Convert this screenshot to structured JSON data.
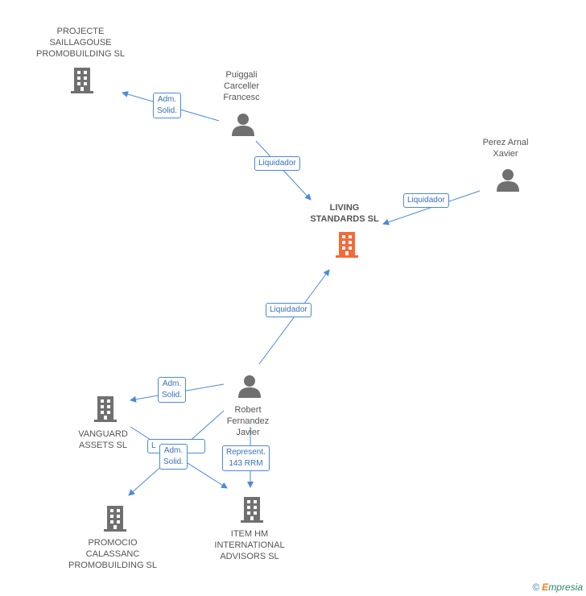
{
  "colors": {
    "edge": "#4a89dc",
    "node_icon": "#707070",
    "focus_icon": "#f26b3a"
  },
  "nodes": {
    "projecte": {
      "label": "PROJECTE\nSAILLAGOUSE\nPROMOBUILDING SL",
      "icon": "building-icon"
    },
    "puiggali": {
      "label": "Puiggali\nCarceller\nFrancesc",
      "icon": "person-icon"
    },
    "perez": {
      "label": "Perez Arnal\nXavier",
      "icon": "person-icon"
    },
    "living": {
      "label": "LIVING\nSTANDARDS SL",
      "icon": "building-icon"
    },
    "robert": {
      "label": "Robert\nFernandez\nJavier",
      "icon": "person-icon"
    },
    "vanguard": {
      "label": "VANGUARD\nASSETS  SL",
      "icon": "building-icon"
    },
    "promocio": {
      "label": "PROMOCIO\nCALASSANC\nPROMOBUILDING SL",
      "icon": "building-icon"
    },
    "item": {
      "label": "ITEM HM\nINTERNATIONAL\nADVISORS SL",
      "icon": "building-icon"
    }
  },
  "edges": {
    "puiggali_projecte": "Adm.\nSolid.",
    "puiggali_living": "Liquidador",
    "perez_living": "Liquidador",
    "robert_living": "Liquidador",
    "robert_vanguard": "Adm.\nSolid.",
    "vanguard_item_hidden": "L",
    "vanguard_promocio": "Adm.\nSolid.",
    "robert_item": "Represent.\n143 RRM"
  },
  "credit": {
    "symbol": "©",
    "brand_first": "E",
    "brand_rest": "mpresia"
  }
}
